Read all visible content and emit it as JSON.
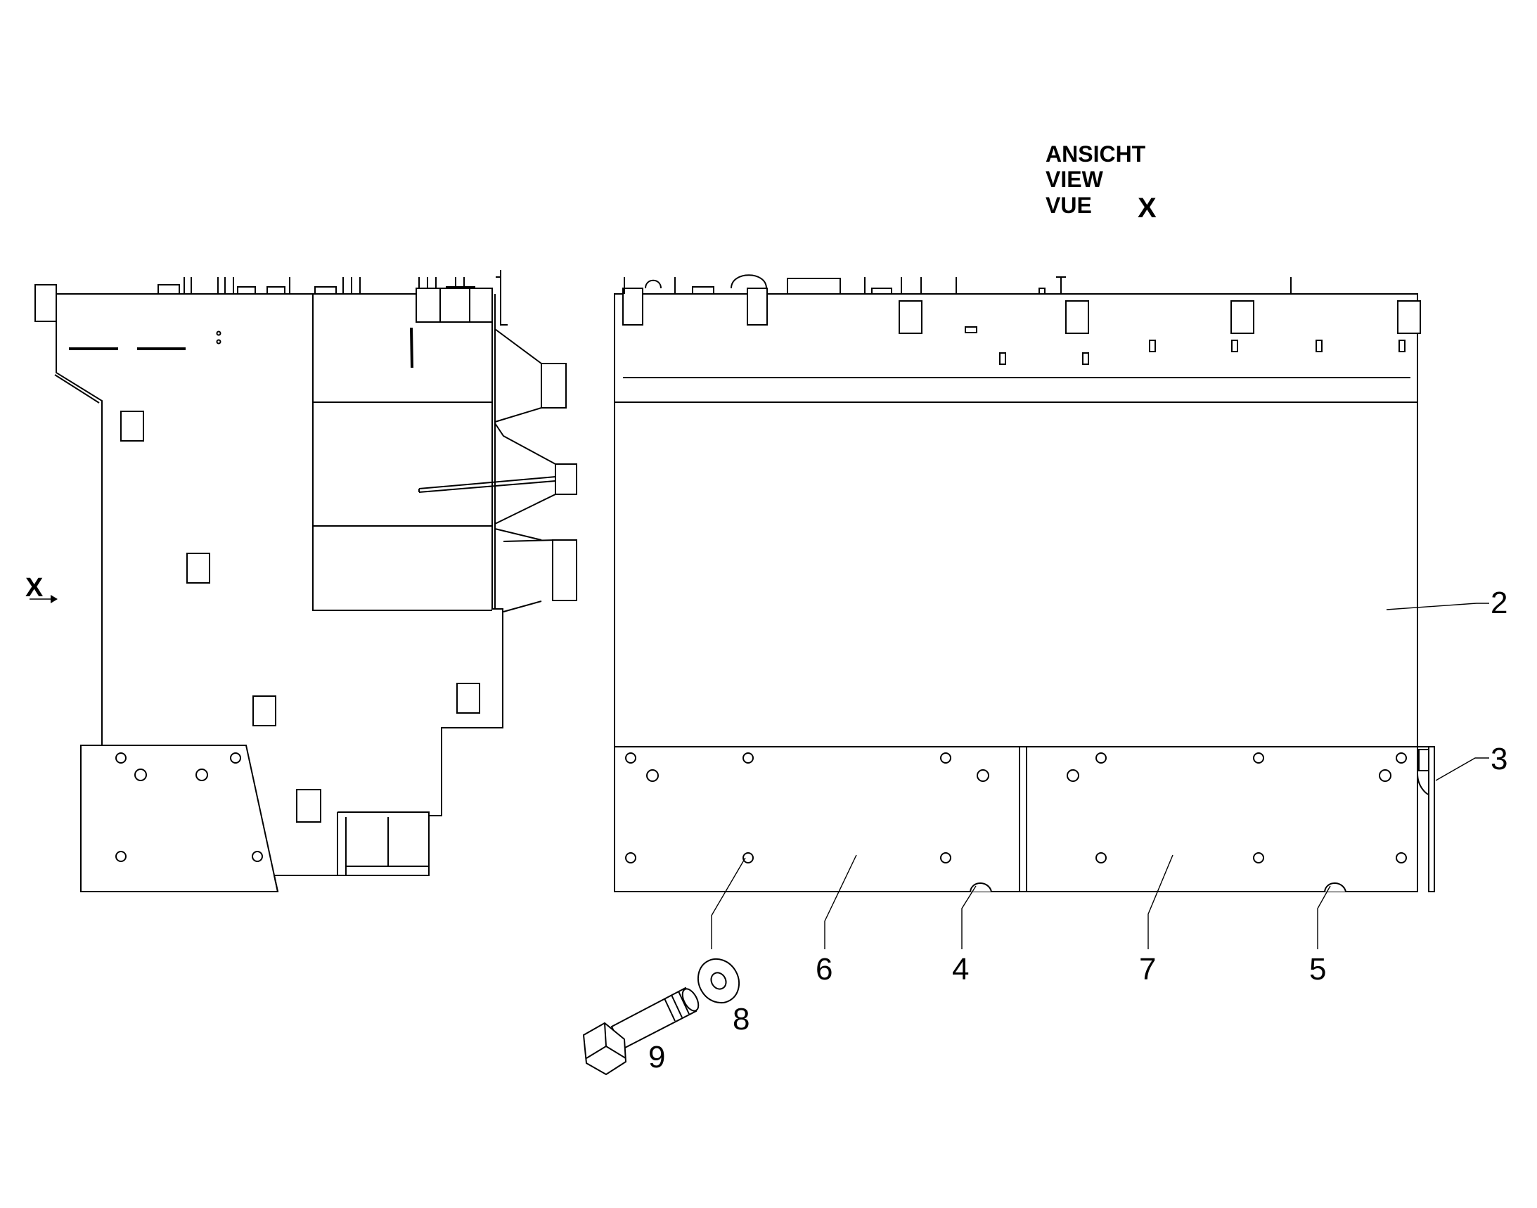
{
  "view_title": {
    "line1": "ANSICHT",
    "line2": "VIEW",
    "line3": "VUE",
    "marker": "X"
  },
  "side_view_marker": "X",
  "callouts": [
    "2",
    "3",
    "4",
    "5",
    "6",
    "7",
    "8",
    "9"
  ]
}
